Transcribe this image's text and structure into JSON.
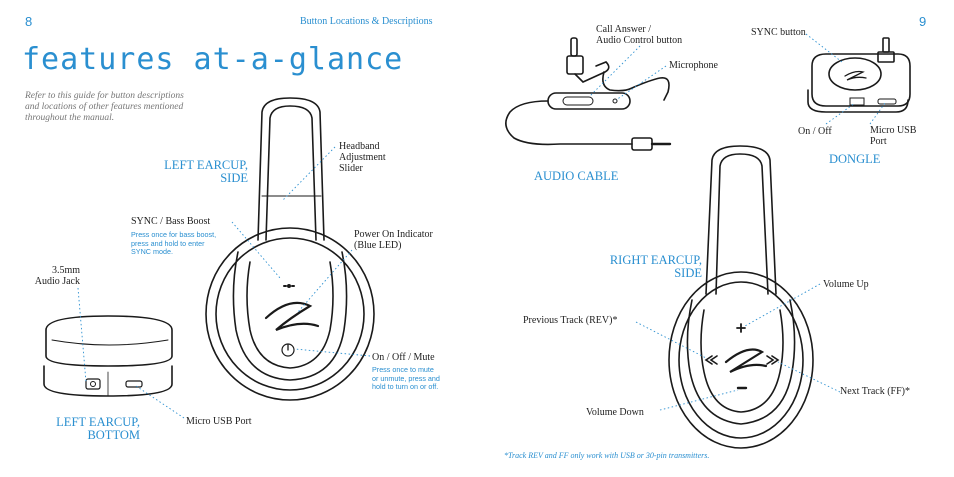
{
  "page_left": {
    "number": "8",
    "header": "Button Locations & Descriptions"
  },
  "page_right": {
    "number": "9"
  },
  "title": "features at-a-glance",
  "intro": [
    "Refer to this guide for button descriptions",
    "and locations of other features mentioned",
    "throughout the manual."
  ],
  "left_side": {
    "heading": [
      "LEFT EARCUP,",
      "SIDE"
    ],
    "headband": [
      "Headband",
      "Adjustment",
      "Slider"
    ],
    "sync": {
      "label": "SYNC / Bass Boost",
      "note": [
        "Press once for bass boost,",
        "press and hold to enter",
        "SYNC mode."
      ]
    },
    "power_led": [
      "Power On Indicator",
      "(Blue LED)"
    ],
    "onoff": {
      "label": "On / Off / Mute",
      "note": [
        "Press once to mute",
        "or unmute, press and",
        "hold to turn on or off."
      ]
    }
  },
  "left_bottom": {
    "heading": [
      "LEFT EARCUP,",
      "BOTTOM"
    ],
    "jack": [
      "3.5mm",
      "Audio Jack"
    ],
    "usb": "Micro USB Port"
  },
  "audio_cable": {
    "heading": "AUDIO CABLE",
    "call": [
      "Call Answer /",
      "Audio Control button"
    ],
    "mic": "Microphone"
  },
  "dongle": {
    "heading": "DONGLE",
    "sync": "SYNC button",
    "onoff": "On / Off",
    "usb": [
      "Micro USB",
      "Port"
    ]
  },
  "right_side": {
    "heading": [
      "RIGHT EARCUP,",
      "SIDE"
    ],
    "vol_up": "Volume Up",
    "prev": "Previous Track (REV)*",
    "next": "Next Track (FF)*",
    "vol_down": "Volume Down"
  },
  "footnote": "*Track REV and FF only work with USB or 30-pin transmitters.",
  "colors": {
    "accent": "#2a8fd0",
    "text": "#222222"
  }
}
